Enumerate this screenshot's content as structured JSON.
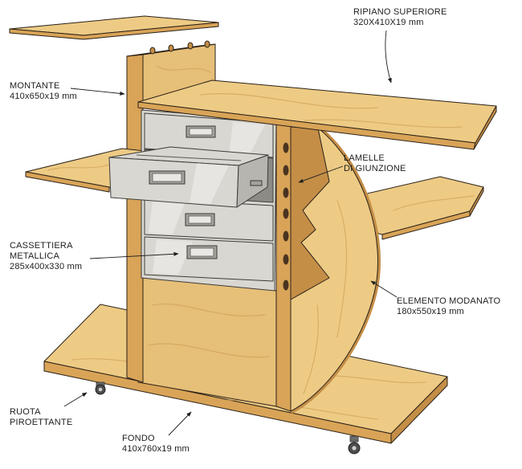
{
  "labels": {
    "ripiano_superiore": {
      "name": "RIPIANO SUPERIORE",
      "size": "320X410X19 mm"
    },
    "montante": {
      "name": "MONTANTE",
      "size": "410x650x19 mm"
    },
    "lamelle": {
      "line1": "LAMELLE",
      "line2": "DI GIUNZIONE"
    },
    "cassettiera": {
      "line1": "CASSETTIERA",
      "line2": "METALLICA",
      "size": "285x400x330 mm"
    },
    "elemento_modanato": {
      "name": "ELEMENTO MODANATO",
      "size": "180x550x19 mm"
    },
    "ruota": {
      "line1": "RUOTA",
      "line2": "PIROETTANTE"
    },
    "fondo": {
      "name": "FONDO",
      "size": "410x760x19 mm"
    }
  },
  "colors": {
    "wood_top": "#edcb85",
    "wood_face": "#e6bf78",
    "wood_edge": "#d9a457",
    "wood_dark": "#c48e47",
    "metal": "#d9d7d1",
    "metal_dark": "#b7b5af",
    "ink": "#2b2118"
  }
}
